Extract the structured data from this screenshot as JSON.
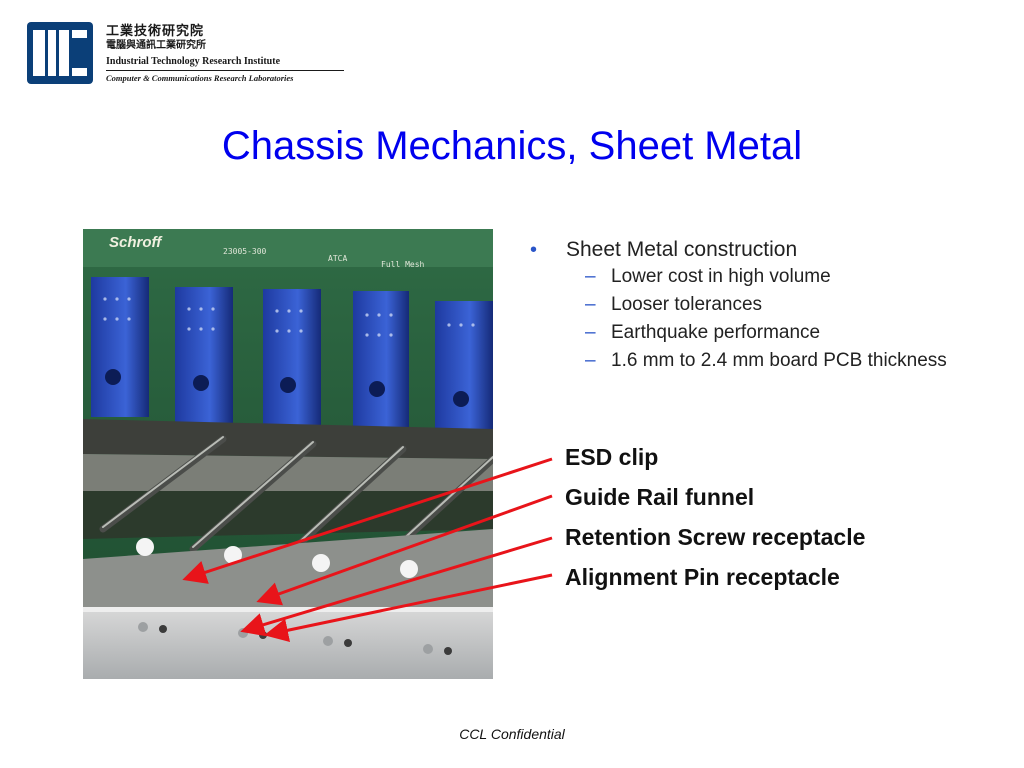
{
  "logo": {
    "name_cn": "工業技術研究院",
    "division_cn": "電腦與通訊工業研究所",
    "name_en": "Industrial Technology Research Institute",
    "division_en": "Computer & Communications Research Laboratories"
  },
  "title": "Chassis Mechanics, Sheet Metal",
  "photo": {
    "brand": "Schroff",
    "model": "23005-300",
    "label1": "ATCA",
    "label2": "Full Mesh"
  },
  "bullets": {
    "main": "Sheet Metal construction",
    "subs": [
      "Lower cost in high volume",
      "Looser tolerances",
      "Earthquake performance",
      "1.6 mm to 2.4 mm board PCB thickness"
    ]
  },
  "callouts": [
    "ESD clip",
    "Guide Rail funnel",
    "Retention Screw receptacle",
    "Alignment Pin receptacle"
  ],
  "footer": "CCL Confidential",
  "colors": {
    "title": "#0000ee",
    "arrow": "#e8141a",
    "bullet": "#2a55c8"
  }
}
